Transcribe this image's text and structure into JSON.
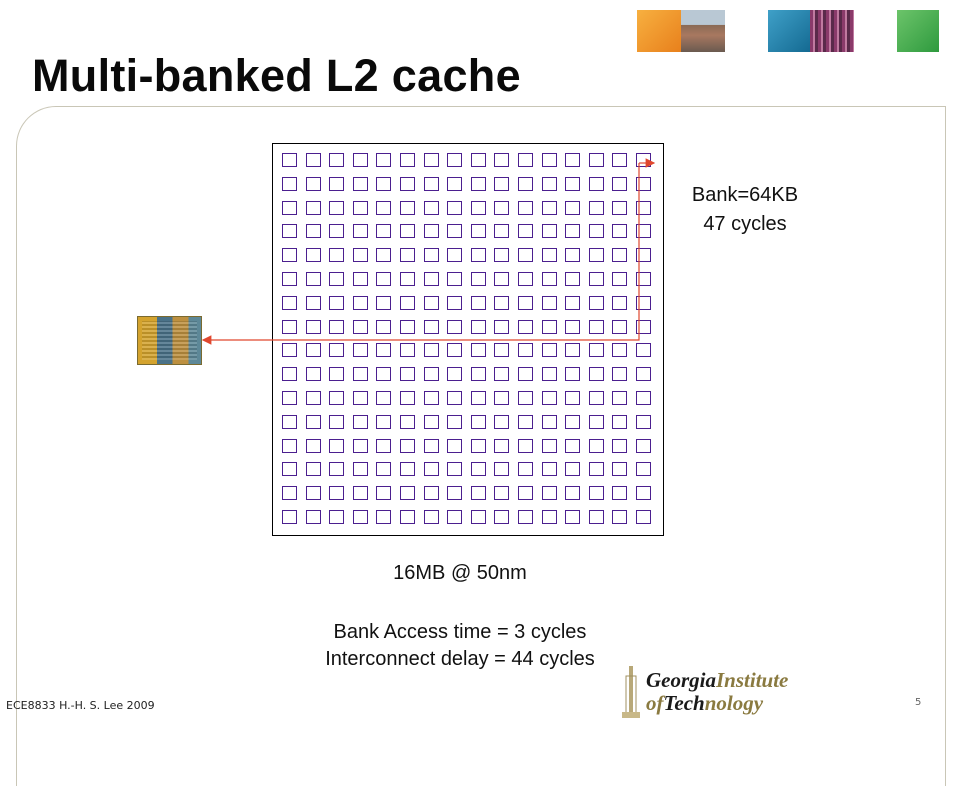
{
  "slide": {
    "title": "Multi-banked L2 cache",
    "bank_label": "Bank=64KB",
    "bank_cycles": "47 cycles",
    "cache_size": "16MB @ 50nm",
    "access_time": "Bank Access time = 3 cycles",
    "interconnect": "Interconnect delay = 44 cycles",
    "footer": "ECE8833 H.-H. S. Lee 2009",
    "page_number": "5"
  },
  "grid": {
    "rows": 16,
    "cols": 16
  },
  "logo": {
    "word1": "Georgia",
    "word2": "Institute",
    "word3": "of",
    "word4": "Tech",
    "word5": "nology"
  },
  "colors": {
    "grid_cell": "#4b1f8f",
    "arrow": "#e0472e",
    "frame": "#c9c6b6"
  }
}
